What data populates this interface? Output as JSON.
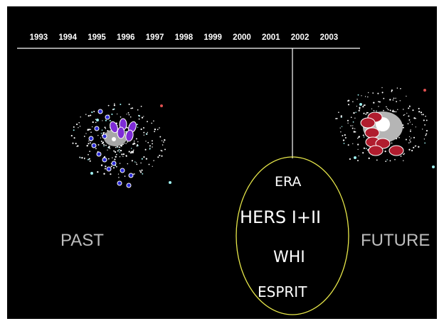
{
  "timeline": {
    "years": [
      "1993",
      "1994",
      "1995",
      "1996",
      "1997",
      "1998",
      "1999",
      "2000",
      "2001",
      "2002",
      "2003"
    ]
  },
  "labels": {
    "past": "PAST",
    "future": "FUTURE"
  },
  "surveys": {
    "era": "ERA",
    "hers": "HERS I+II",
    "whi": "WHI",
    "esprit": "ESPRIT"
  },
  "colors": {
    "background": "#000000",
    "oval_outline": "#e8e84a",
    "past_dots": "#7d2bd6",
    "future_dots": "#b01c2e",
    "label_gray": "#bdbdbd"
  }
}
